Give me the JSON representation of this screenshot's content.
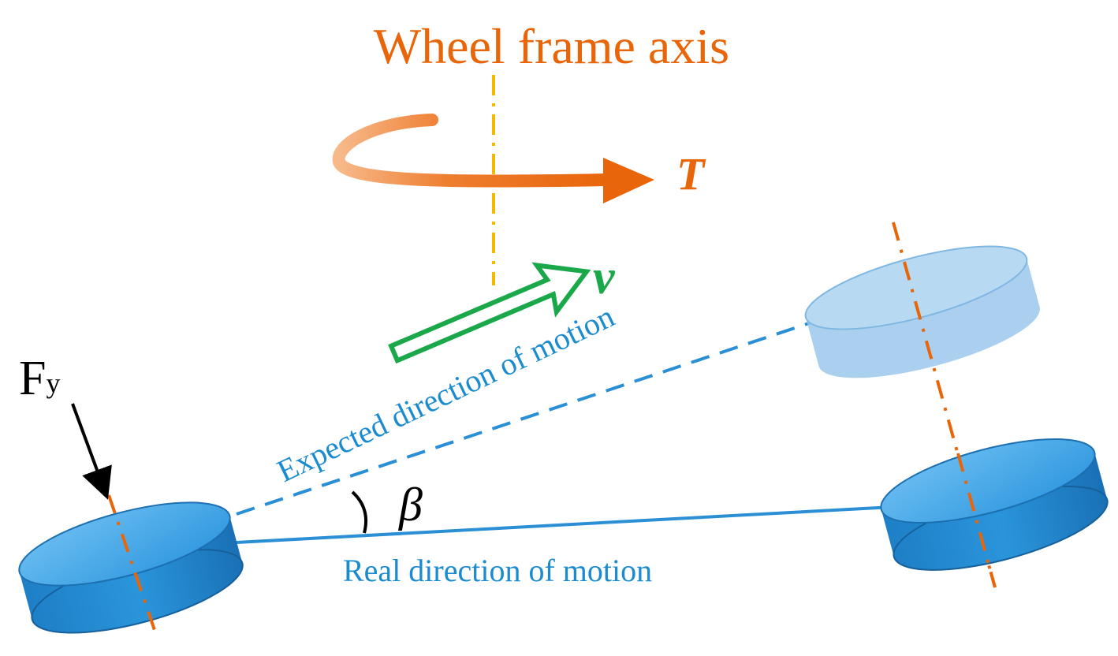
{
  "title": "Wheel frame axis",
  "torque_label": "T",
  "velocity_label": "v",
  "force_label": {
    "main": "F",
    "subscript": "y"
  },
  "angle_label": "β",
  "expected_direction_label": "Expected direction of motion",
  "real_direction_label": "Real direction of motion",
  "colors": {
    "orange": "#E8650A",
    "orange_light": "#F4A060",
    "yellow_axis": "#F5B800",
    "green": "#1AA84A",
    "blue": "#2A8FD4",
    "blue_text": "#1B8BD0",
    "wheel_top": "#3DA5E6",
    "wheel_side": "#1E7FC6",
    "wheel_ghost": "#9CC8EC",
    "black": "#000000"
  }
}
